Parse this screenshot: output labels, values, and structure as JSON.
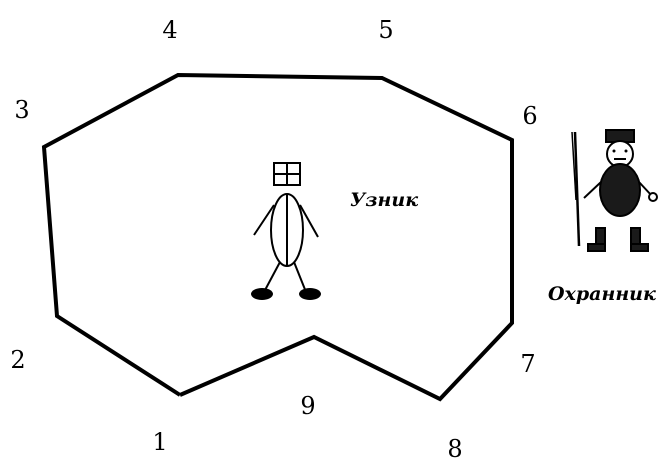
{
  "polygon_vertices": [
    "1",
    "2",
    "3",
    "4",
    "5",
    "6",
    "7",
    "8",
    "9"
  ],
  "characters": {
    "prisoner": {
      "label": "Узник",
      "icon": "prisoner-figure-icon"
    },
    "guard": {
      "label": "Охранник",
      "icon": "guard-figure-icon"
    }
  },
  "colors": {
    "line": "#000000",
    "background": "#ffffff",
    "guard_body": "#1a1a1a"
  }
}
